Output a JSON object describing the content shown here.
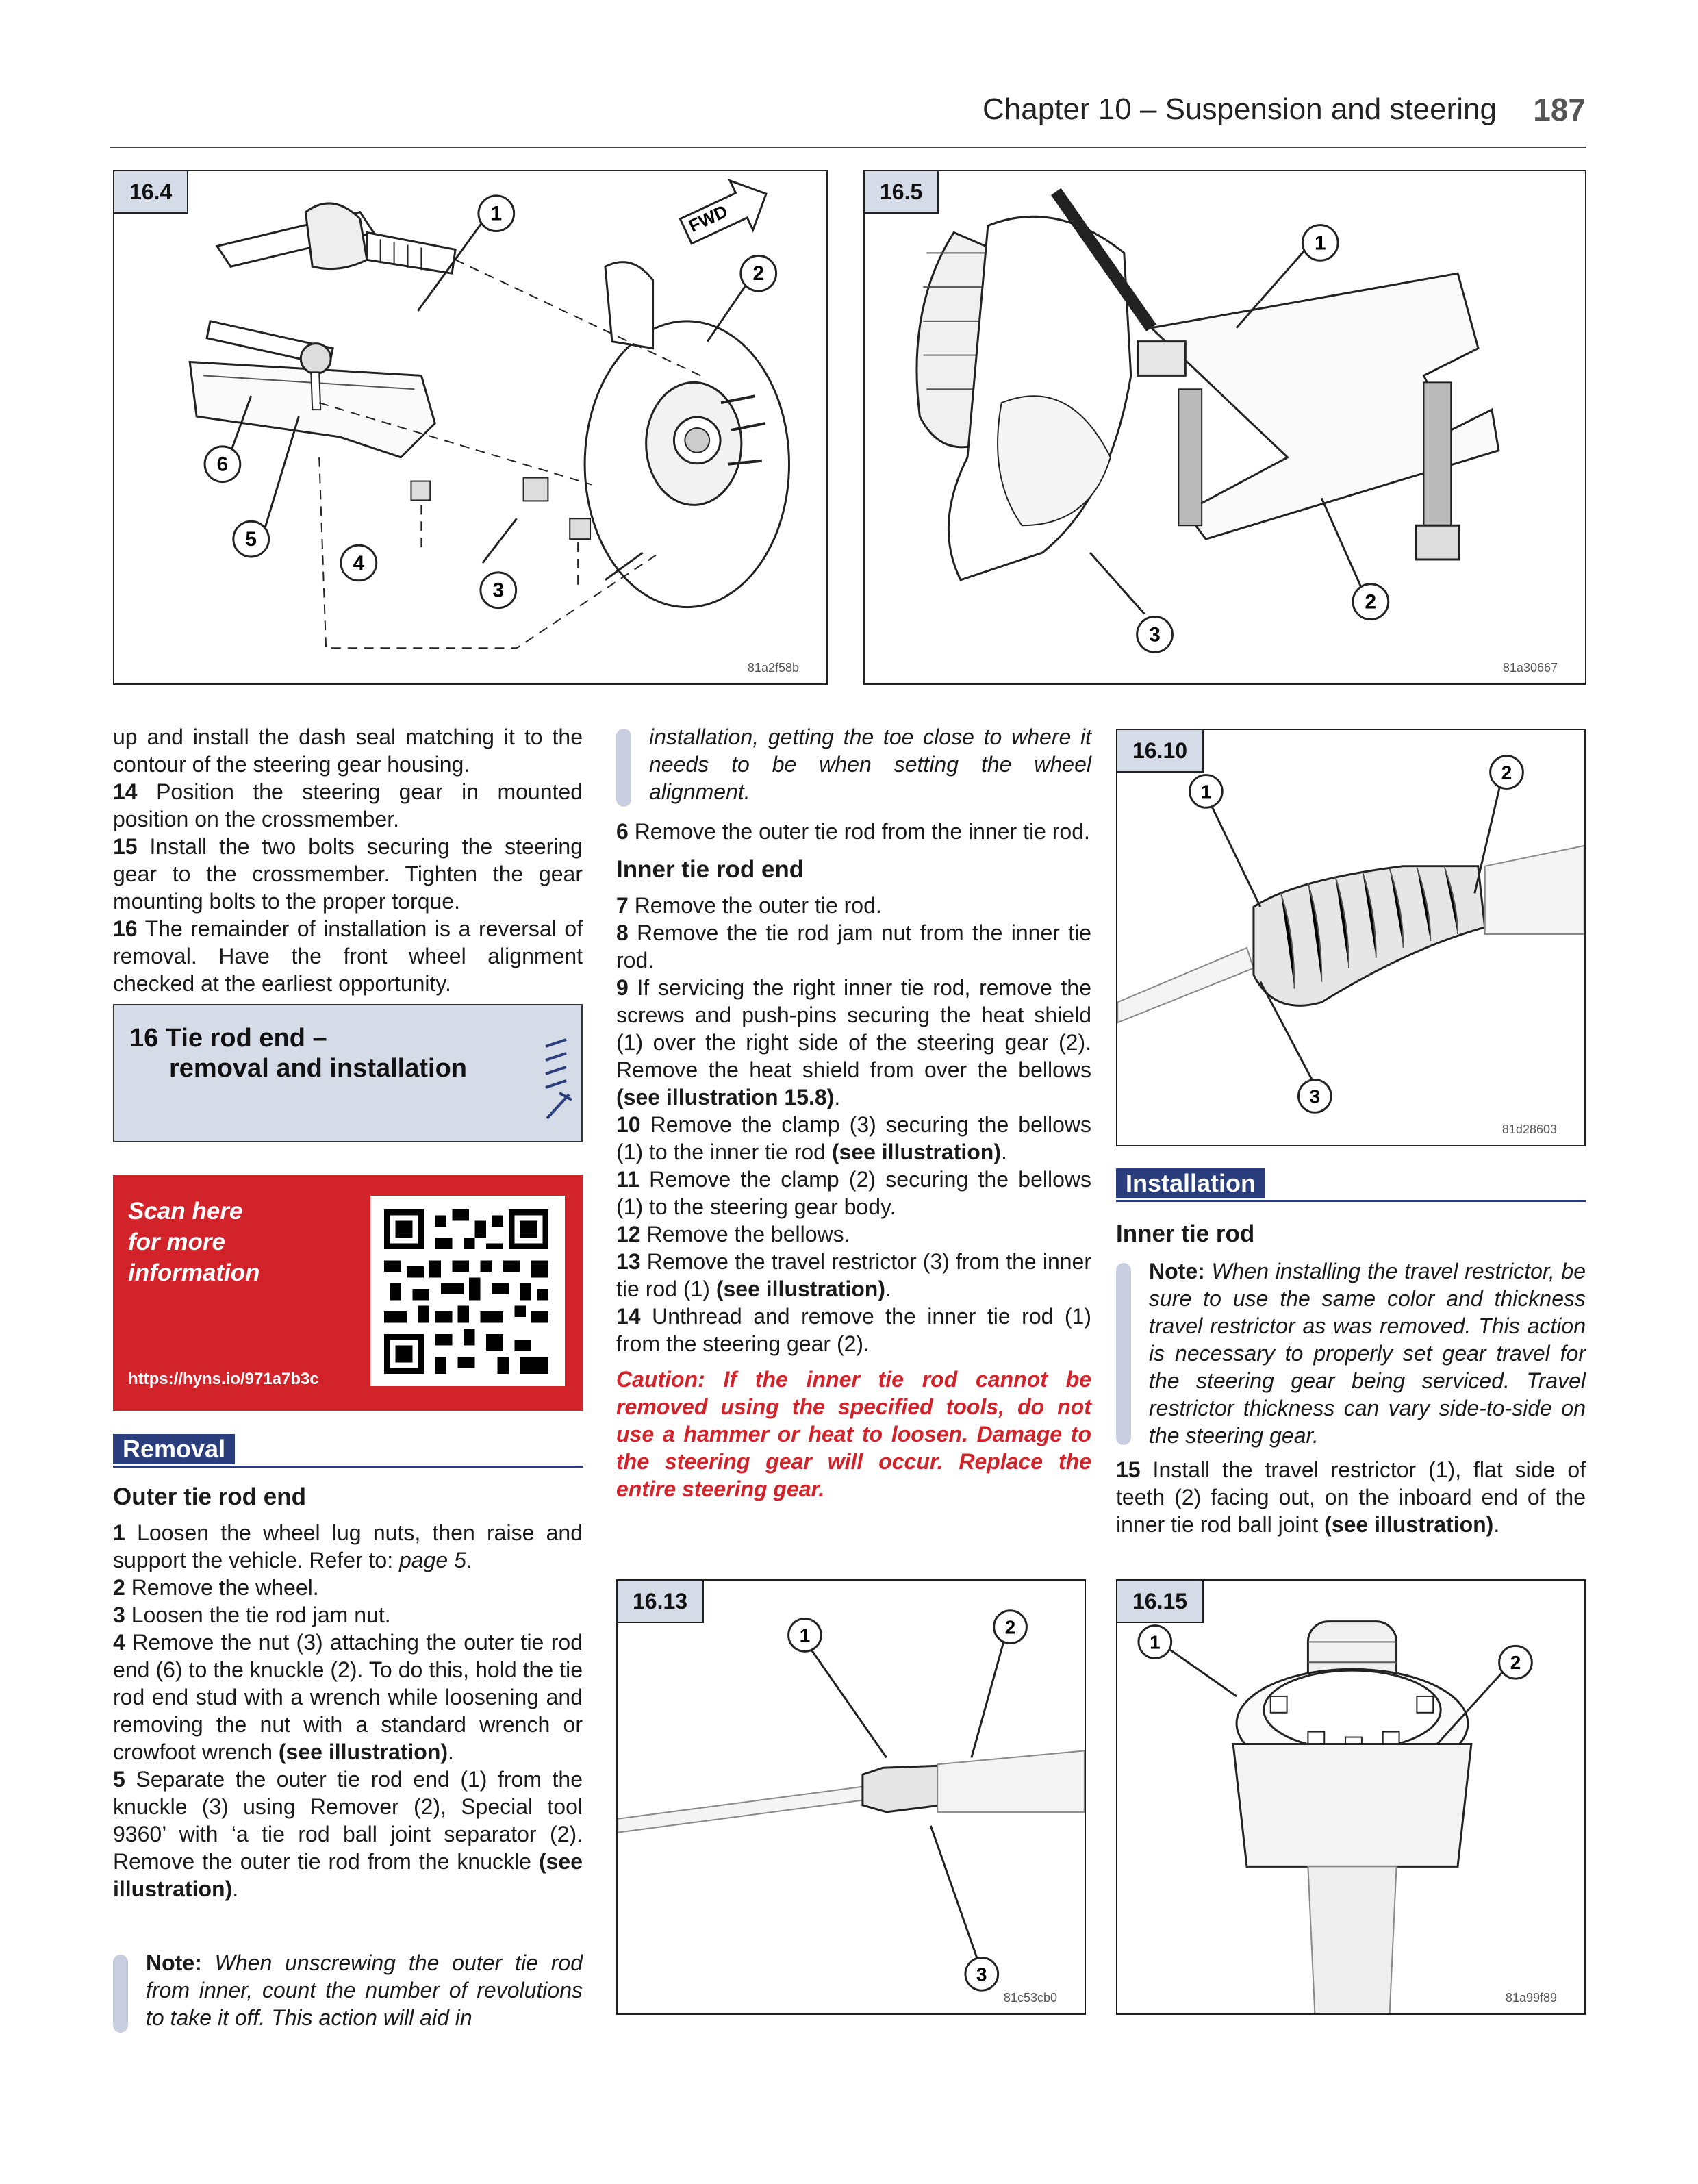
{
  "header": {
    "title": "Chapter 10 – Suspension and steering",
    "page_number": "187"
  },
  "figures": {
    "f164": {
      "label": "16.4",
      "code": "81a2f58b",
      "callouts": [
        "1",
        "2",
        "3",
        "4",
        "5",
        "6"
      ],
      "fwd": "FWD"
    },
    "f165": {
      "label": "16.5",
      "code": "81a30667",
      "callouts": [
        "1",
        "2",
        "3"
      ]
    },
    "f1610": {
      "label": "16.10",
      "code": "81d28603",
      "callouts": [
        "1",
        "2",
        "3"
      ]
    },
    "f1613": {
      "label": "16.13",
      "code": "81c53cb0",
      "callouts": [
        "1",
        "2",
        "3"
      ]
    },
    "f1615": {
      "label": "16.15",
      "code": "81a99f89",
      "callouts": [
        "1",
        "2"
      ]
    }
  },
  "col1": {
    "p0": "up and install the dash seal matching it to the contour of the steering gear housing.",
    "s14n": "14",
    "s14": "Position the steering gear in mounted position on the crossmember.",
    "s15n": "15",
    "s15": "Install the two bolts securing the steering gear to the crossmember. Tighten the gear mounting bolts to the proper torque.",
    "s16n": "16",
    "s16": "The remainder of installation is a reversal of removal. Have the front wheel alignment checked at the earliest opportunity.",
    "section_num": "16",
    "section_line1": "Tie rod end –",
    "section_line2": "removal and installation",
    "qr_line1": "Scan here",
    "qr_line2": "for more",
    "qr_line3": "information",
    "qr_url": "https://hyns.io/971a7b3c",
    "removal_tab": "Removal",
    "outer_heading": "Outer tie rod end",
    "s1n": "1",
    "s1a": "Loosen the wheel lug nuts, then raise and support the vehicle. Refer to:",
    "s1ref": "page 5",
    "s1b": ".",
    "s2n": "2",
    "s2": "Remove the wheel.",
    "s3n": "3",
    "s3": "Loosen the tie rod jam nut.",
    "s4n": "4",
    "s4": "Remove the nut (3) attaching the outer tie rod end (6) to the knuckle (2). To do this, hold the tie rod end stud with a wrench while loosening and removing the nut with a standard wrench or crowfoot wrench",
    "s4ref": "(see illustration)",
    "s5n": "5",
    "s5": "Separate the outer tie rod end (1) from the knuckle (3) using Remover (2), Special tool 9360’ with ‘a tie rod ball joint separator (2). Remove the outer tie rod from the knuckle",
    "s5ref": "(see illustration)",
    "note_label": "Note:",
    "note_text": "When unscrewing the outer tie rod from inner, count the number of revolutions to take it off. This action will aid in"
  },
  "col2": {
    "note_cont": "installation, getting the toe close to where it needs to be when setting the wheel alignment.",
    "s6n": "6",
    "s6": "Remove the outer tie rod from the inner tie rod.",
    "inner_heading": "Inner tie rod end",
    "s7n": "7",
    "s7": "Remove the outer tie rod.",
    "s8n": "8",
    "s8": "Remove the tie rod jam nut from the inner tie rod.",
    "s9n": "9",
    "s9": "If servicing the right inner tie rod, remove the screws and push-pins securing the heat shield (1) over the right side of the steering gear (2). Remove the heat shield from over the bellows",
    "s9ref": "(see illustration 15.8)",
    "s10n": "10",
    "s10": "Remove the clamp (3) securing the bellows (1) to the inner tie rod",
    "s10ref": "(see illustration)",
    "s11n": "11",
    "s11": "Remove the clamp (2) securing the bellows (1) to the steering gear body.",
    "s12n": "12",
    "s12": "Remove the bellows.",
    "s13n": "13",
    "s13": "Remove the travel restrictor (3) from the inner tie rod (1)",
    "s13ref": "(see illustration)",
    "s14n": "14",
    "s14": "Unthread and remove the inner tie rod (1) from the steering gear (2).",
    "caution": "Caution: If the inner tie rod cannot be removed using the specified tools, do not use a hammer or heat to loosen. Damage to the steering gear will occur. Replace the entire steering gear."
  },
  "col3": {
    "install_tab": "Installation",
    "inner_heading": "Inner tie rod",
    "note_label": "Note:",
    "note_text": "When installing the travel restrictor, be sure to use the same color and thickness travel restrictor as was removed. This action is necessary to properly set gear travel for the steering gear being serviced. Travel restrictor thickness can vary side-to-side on the steering gear.",
    "s15n": "15",
    "s15": "Install the travel restrictor (1), flat side of teeth (2) facing out, on the inboard end of the inner tie rod ball joint",
    "s15ref": "(see illustration)"
  },
  "colors": {
    "accent_blue": "#2a3d7c",
    "label_bg": "#d6dbe8",
    "caution_red": "#d2232a",
    "qr_red": "#d2232a"
  },
  "icons": {
    "section_icon": "wrench-difficulty-icon"
  }
}
